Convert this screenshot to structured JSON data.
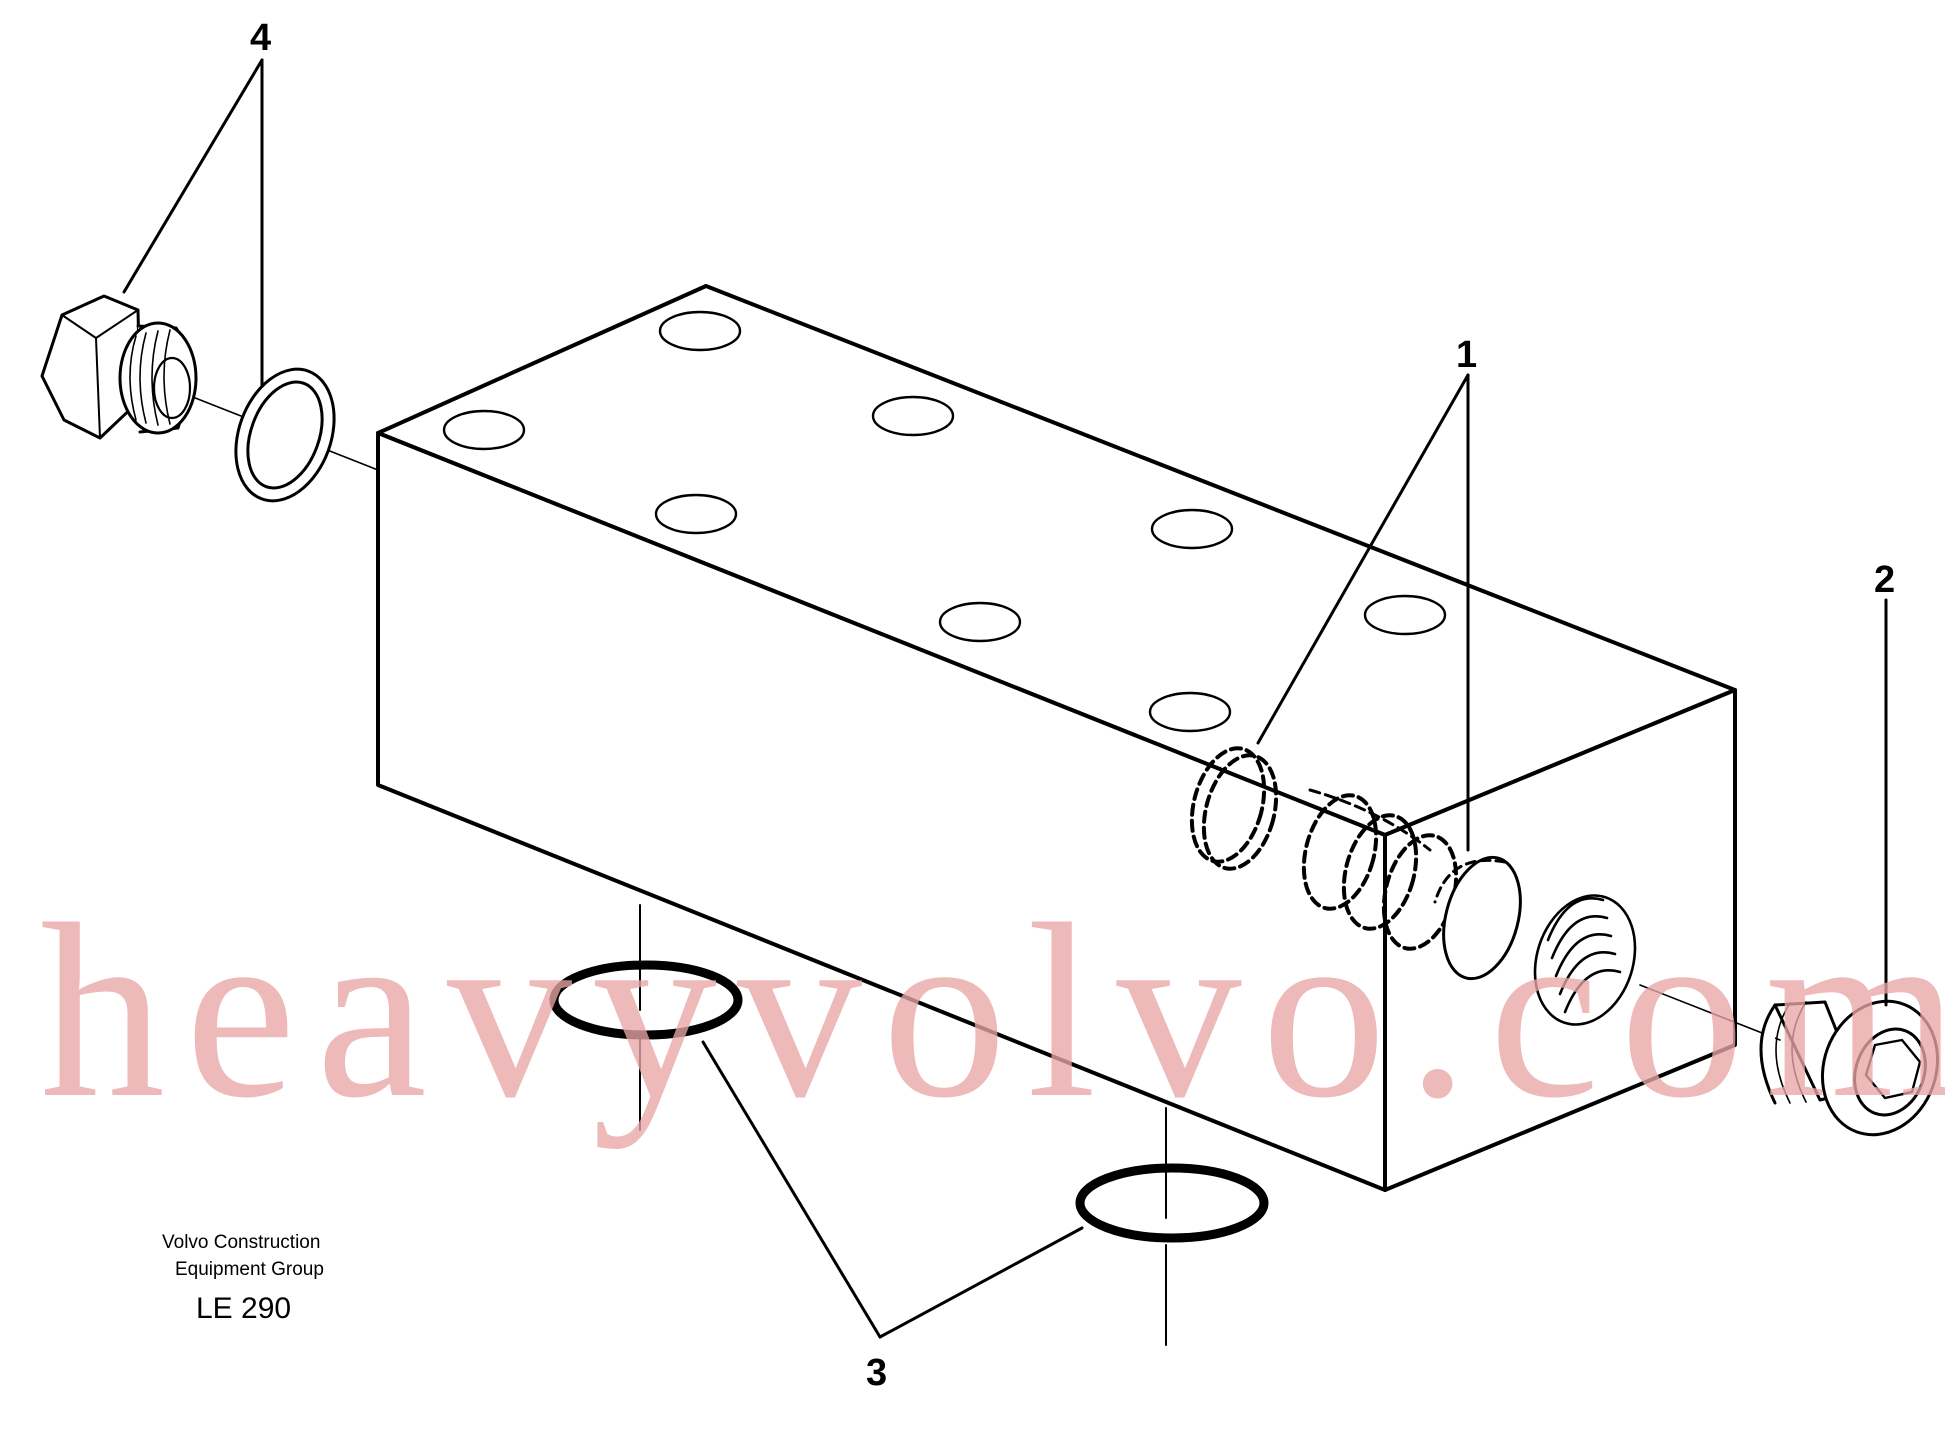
{
  "diagram": {
    "callouts": {
      "item_1": "1",
      "item_2": "2",
      "item_3": "3",
      "item_4": "4"
    },
    "credit_line_1": "Volvo Construction",
    "credit_line_2": "Equipment Group",
    "figure_code": "LE 290",
    "watermark": "heavyvolvo.com"
  },
  "colors": {
    "line": "#000000",
    "watermark": "#e9a6a6",
    "background": "#ffffff"
  }
}
